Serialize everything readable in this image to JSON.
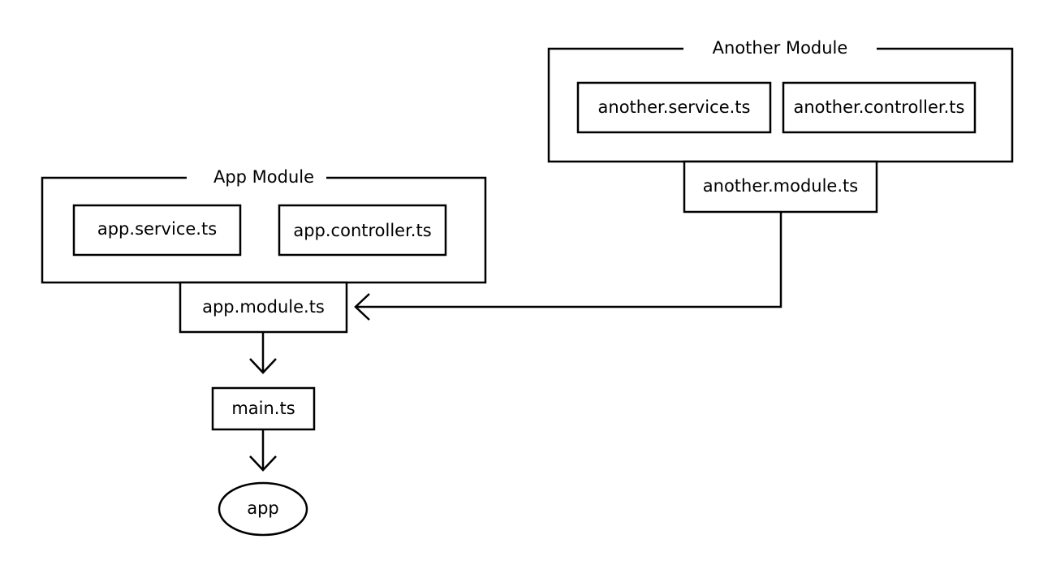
{
  "groups": {
    "another_module": {
      "title": "Another Module"
    },
    "app_module": {
      "title": "App Module"
    }
  },
  "nodes": {
    "another_service": "another.service.ts",
    "another_controller": "another.controller.ts",
    "another_module_file": "another.module.ts",
    "app_service": "app.service.ts",
    "app_controller": "app.controller.ts",
    "app_module_file": "app.module.ts",
    "main": "main.ts",
    "app": "app"
  },
  "edges": [
    {
      "from": "another.module.ts",
      "to": "app.module.ts"
    },
    {
      "from": "app.module.ts",
      "to": "main.ts"
    },
    {
      "from": "main.ts",
      "to": "app"
    }
  ],
  "colors": {
    "stroke": "#000000",
    "background": "#ffffff"
  }
}
